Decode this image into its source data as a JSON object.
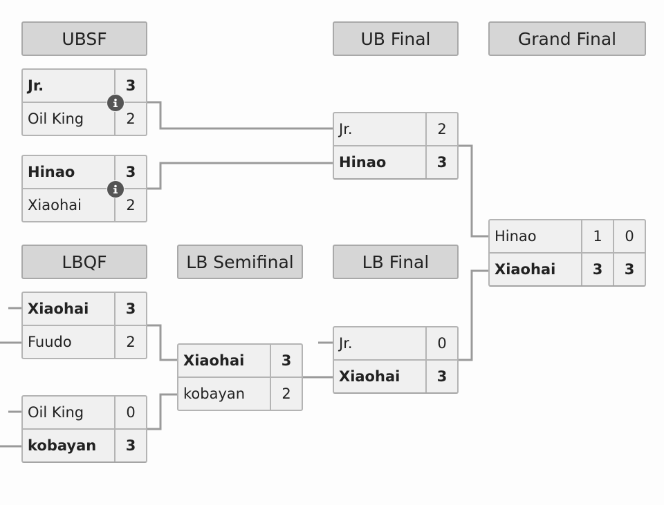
{
  "colors": {
    "header_bg": "#d6d6d6",
    "slot_bg": "#f0f0f0",
    "line": "#9a9a9a"
  },
  "rounds": {
    "ubsf": "UBSF",
    "ub_final": "UB Final",
    "grand_final": "Grand Final",
    "lbqf": "LBQF",
    "lb_semifinal": "LB Semifinal",
    "lb_final": "LB Final"
  },
  "matches": {
    "ubsf1": {
      "top": {
        "name": "Jr.",
        "score": "3"
      },
      "bottom": {
        "name": "Oil King",
        "score": "2"
      }
    },
    "ubsf2": {
      "top": {
        "name": "Hinao",
        "score": "3"
      },
      "bottom": {
        "name": "Xiaohai",
        "score": "2"
      }
    },
    "ubfinal": {
      "top": {
        "name": "Jr.",
        "score": "2"
      },
      "bottom": {
        "name": "Hinao",
        "score": "3"
      }
    },
    "grand": {
      "top": {
        "name": "Hinao",
        "score1": "1",
        "score2": "0"
      },
      "bottom": {
        "name": "Xiaohai",
        "score1": "3",
        "score2": "3"
      }
    },
    "lbqf1": {
      "top": {
        "name": "Xiaohai",
        "score": "3"
      },
      "bottom": {
        "name": "Fuudo",
        "score": "2"
      }
    },
    "lbqf2": {
      "top": {
        "name": "Oil King",
        "score": "0"
      },
      "bottom": {
        "name": "kobayan",
        "score": "3"
      }
    },
    "lbsemi": {
      "top": {
        "name": "Xiaohai",
        "score": "3"
      },
      "bottom": {
        "name": "kobayan",
        "score": "2"
      }
    },
    "lbfinal": {
      "top": {
        "name": "Jr.",
        "score": "0"
      },
      "bottom": {
        "name": "Xiaohai",
        "score": "3"
      }
    }
  },
  "icons": {
    "match_info": "info-icon"
  }
}
